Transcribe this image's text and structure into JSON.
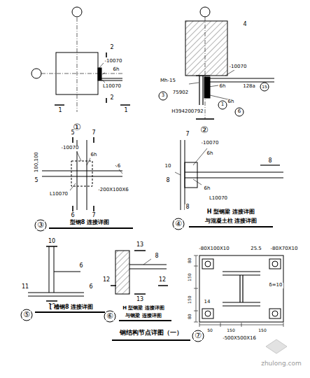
{
  "diagram": {
    "labels": [
      "2",
      "-10070",
      "6h",
      "L10070",
      "2",
      "1",
      "1",
      "①",
      "4",
      "-10070",
      "Mh-15",
      "6h",
      "3",
      "75902",
      "128a",
      "15",
      "6h",
      "1",
      "H394200792",
      "6",
      "②",
      "5",
      "7",
      "-10070",
      "6h",
      "100,100",
      "6",
      "5",
      "L10070",
      "-200X100X6",
      "6",
      "7",
      "③",
      "型钢8  连接详图",
      "7",
      "-10070",
      "6h",
      "8",
      "10",
      "8",
      "6h",
      "L10070",
      "8",
      "H 型钢梁  连接详图",
      "与混凝土柱  连接详图",
      "④",
      "10",
      "6",
      "11",
      "6",
      "10",
      "⑤",
      "[ 槽钢8  连接详图",
      "13",
      "8",
      "12",
      "12",
      "13",
      "⑥",
      "H 型钢梁  连接详图",
      "与钢梁  连接详图",
      "-80X100X10",
      "25.5",
      "-80X70X10",
      "δ=10",
      "80",
      "150",
      "150",
      "80",
      "14",
      "50",
      "150",
      "150",
      "-500X500X16",
      "⑦",
      "钢结构节点详图（一）",
      "zhulong.com"
    ]
  }
}
